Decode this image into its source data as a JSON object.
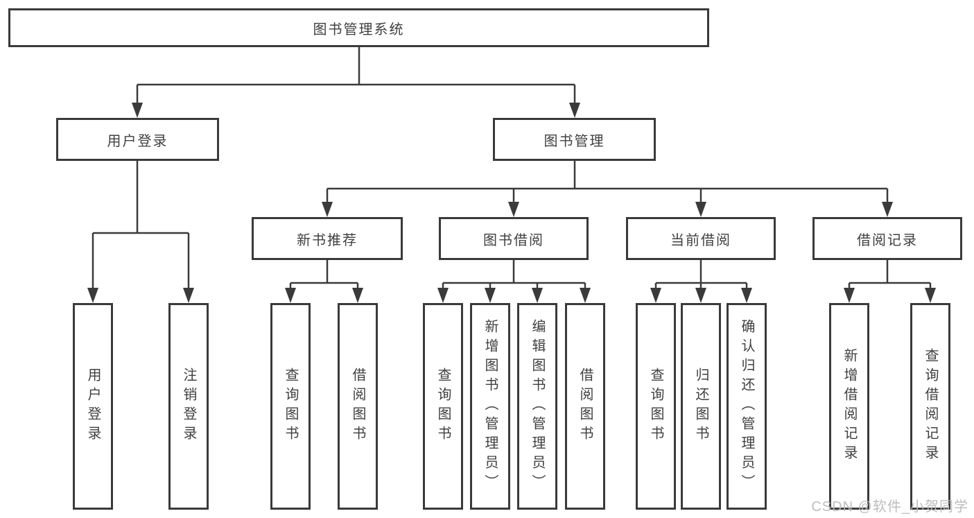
{
  "tree": {
    "label": "图书管理系统",
    "children": [
      {
        "label": "用户登录",
        "children": [
          {
            "label": "用户登录"
          },
          {
            "label": "注销登录"
          }
        ]
      },
      {
        "label": "图书管理",
        "children": [
          {
            "label": "新书推荐",
            "children": [
              {
                "label": "查询图书"
              },
              {
                "label": "借阅图书"
              }
            ]
          },
          {
            "label": "图书借阅",
            "children": [
              {
                "label": "查询图书"
              },
              {
                "label": "新增图书（管理员）"
              },
              {
                "label": "编辑图书（管理员）"
              },
              {
                "label": "借阅图书"
              }
            ]
          },
          {
            "label": "当前借阅",
            "children": [
              {
                "label": "查询图书"
              },
              {
                "label": "归还图书"
              },
              {
                "label": "确认归还（管理员）"
              }
            ]
          },
          {
            "label": "借阅记录",
            "children": [
              {
                "label": "新增借阅记录"
              },
              {
                "label": "查询借阅记录"
              }
            ]
          }
        ]
      }
    ]
  },
  "watermark": {
    "text": "CSDN @软件_小贺同学"
  },
  "colors": {
    "line": "#3a3a3a",
    "text": "#404040",
    "box_background": "#ffffff",
    "watermark": "#b9b9b9"
  }
}
